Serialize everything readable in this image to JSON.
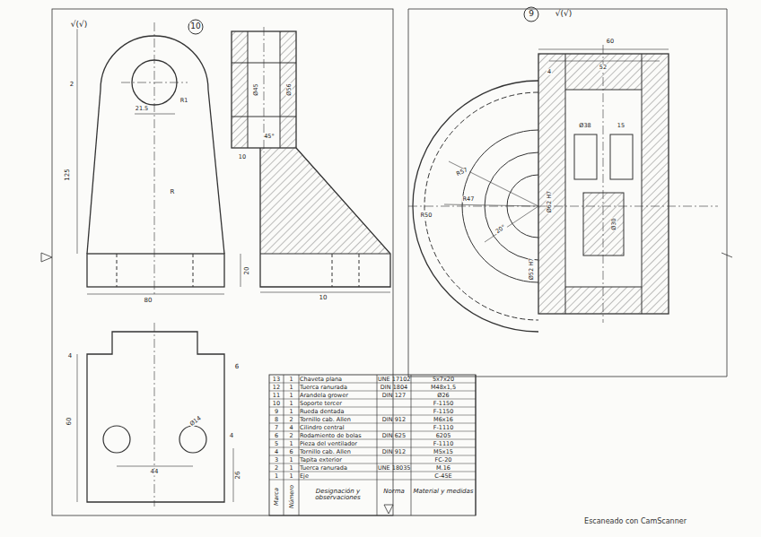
{
  "diagram": {
    "labels": [
      "√(√)",
      "10",
      "2",
      "125",
      "R",
      "21.5",
      "R1",
      "80",
      "20",
      "4",
      "6",
      "60",
      "44",
      "Ø14",
      "26",
      "4",
      "Ø45",
      "Ø56",
      "10",
      "10",
      "45°",
      "9",
      "√(√)",
      "R57",
      "R47",
      "R50",
      "20°",
      "60",
      "52",
      "Ø62 H7",
      "Ø52 H7",
      "Ø30",
      "Ø38",
      "15",
      "4",
      "13",
      "1",
      "Chaveta plana",
      "UNE 17102",
      "5x7x20",
      "12",
      "1",
      "Tuerca ranurada",
      "DIN 1804",
      "M48x1,5",
      "11",
      "1",
      "Arandela grower",
      "DIN 127",
      "Ø26",
      "10",
      "1",
      "Soporte tercer",
      "F-1150",
      "9",
      "1",
      "Rueda dentada",
      "F-1150",
      "8",
      "2",
      "Tornillo cab. Allen",
      "DIN 912",
      "M6x16",
      "7",
      "4",
      "Cilindro central",
      "F-1110",
      "6",
      "2",
      "Rodamiento de bolas",
      "DIN 625",
      "6205",
      "5",
      "1",
      "Pieza del ventilador",
      "F-1110",
      "4",
      "6",
      "Tornillo cab. Allen",
      "DIN 912",
      "M5x15",
      "3",
      "1",
      "Tapita exterior",
      "FC-20",
      "2",
      "1",
      "Tuerca ranurada",
      "UNE 18035",
      "M.16",
      "1",
      "1",
      "Eje",
      "C-45E",
      "Marca",
      "Número",
      "Designación y observaciones",
      "Norma",
      "Material y medidas",
      "Escaneado con CamScanner"
    ]
  }
}
